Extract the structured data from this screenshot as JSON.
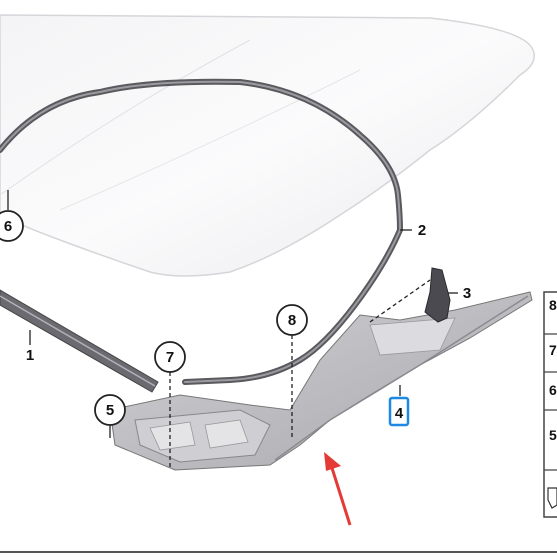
{
  "callouts": {
    "c1": "1",
    "c2": "2",
    "c3": "3",
    "c4": "4",
    "c5": "5",
    "c6": "6",
    "c7": "7",
    "c8": "8"
  },
  "legend": {
    "rows": [
      "8",
      "7",
      "6",
      "5"
    ]
  },
  "colors": {
    "highlight": "#1e88e5",
    "arrow": "#e53935",
    "panel": "#b9b9bd",
    "seal": "#5a5a5e"
  }
}
